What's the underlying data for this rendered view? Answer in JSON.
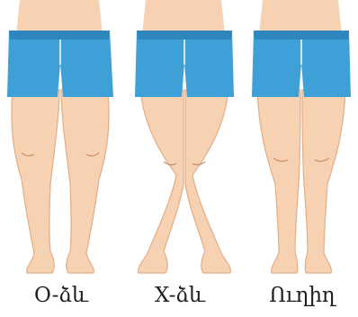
{
  "figures": [
    {
      "id": "o-legs",
      "label": "O-ձև"
    },
    {
      "id": "x-legs",
      "label": "X-ձև"
    },
    {
      "id": "straight-legs",
      "label": "Ուղիղ"
    }
  ],
  "colors": {
    "skin": "#f7d2b2",
    "skin_shade": "#e4ad86",
    "shorts": "#3f9fd7",
    "shorts_dark": "#2f86bd",
    "shorts_line": "#ffffff",
    "caption": "#1e1e1e"
  }
}
